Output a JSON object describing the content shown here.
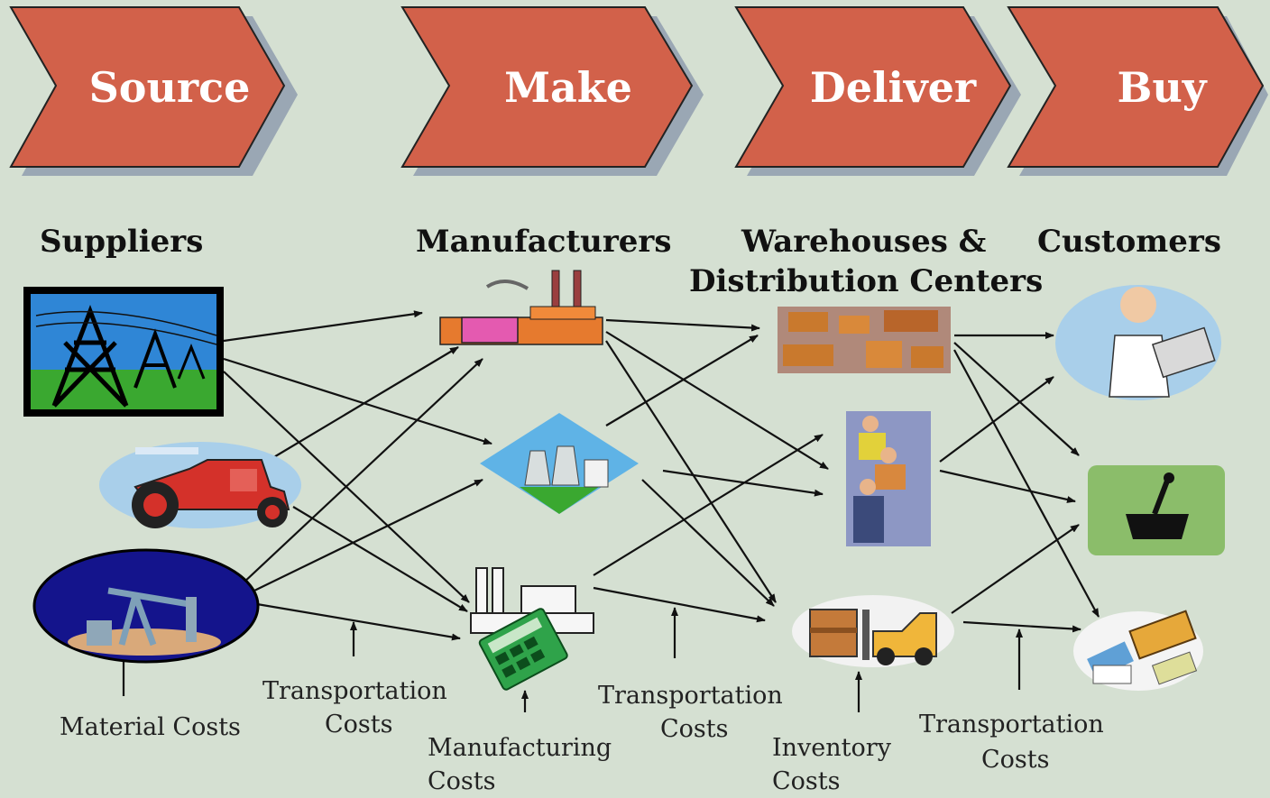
{
  "stages": [
    {
      "label": "Source"
    },
    {
      "label": "Make"
    },
    {
      "label": "Deliver"
    },
    {
      "label": "Buy"
    }
  ],
  "headings": {
    "suppliers": "Suppliers",
    "manufacturers": "Manufacturers",
    "warehouses_line1": "Warehouses &",
    "warehouses_line2": "Distribution Centers",
    "customers": "Customers"
  },
  "costs": {
    "material": "Material Costs",
    "transport1_line1": "Transportation",
    "transport1_line2": "Costs",
    "manufacturing_line1": "Manufacturing",
    "manufacturing_line2": "Costs",
    "transport2_line1": "Transportation",
    "transport2_line2": "Costs",
    "inventory_line1": "Inventory",
    "inventory_line2": "Costs",
    "transport3_line1": "Transportation",
    "transport3_line2": "Costs"
  },
  "nodes": {
    "suppliers": [
      "power-lines",
      "tractor",
      "oil-pump"
    ],
    "manufacturers": [
      "factory",
      "power-plant",
      "factory-calculator"
    ],
    "warehouses": [
      "warehouse-shelves",
      "workers",
      "forklift"
    ],
    "customers": [
      "doctor",
      "pharmacy-mortar",
      "medicines"
    ]
  },
  "colors": {
    "background": "#d5e0d2",
    "chevron_fill": "#d2614a",
    "chevron_shadow": "#9aa7b4",
    "arrow": "#111111"
  }
}
